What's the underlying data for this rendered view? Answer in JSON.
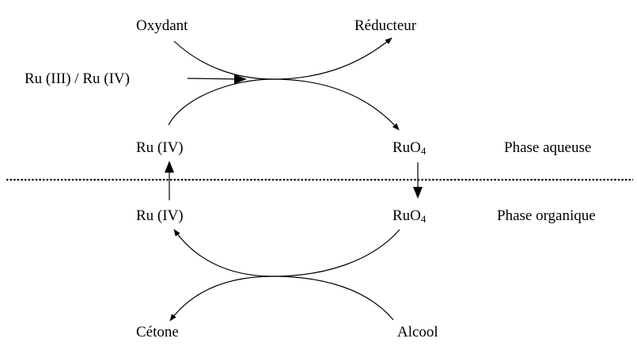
{
  "labels": {
    "oxydant": "Oxydant",
    "reducteur": "Réducteur",
    "ru_iii_iv": "Ru (III) / Ru (IV)",
    "ru_iv_top": "Ru (IV)",
    "ruo4_top_base": "RuO",
    "ruo4_top_sub": "4",
    "phase_aqueuse": "Phase aqueuse",
    "ru_iv_bottom": "Ru (IV)",
    "ruo4_bottom_base": "RuO",
    "ruo4_bottom_sub": "4",
    "phase_organique": "Phase organique",
    "cetone": "Cétone",
    "alcool": "Alcool"
  },
  "colors": {
    "ink": "#000000",
    "background": "#ffffff"
  }
}
